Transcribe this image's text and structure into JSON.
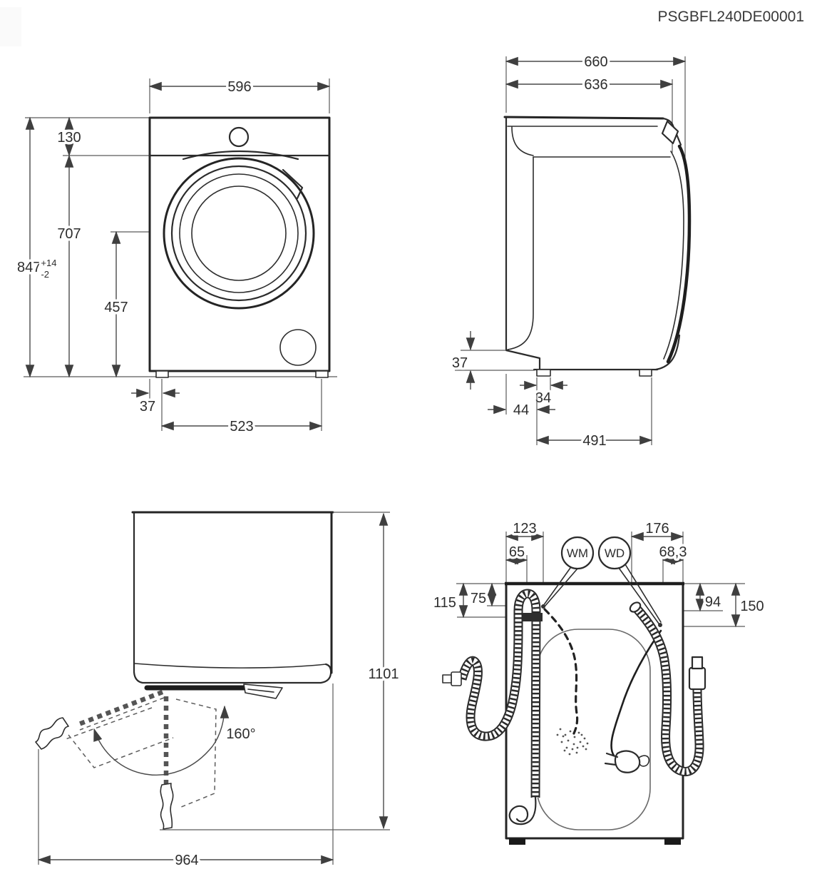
{
  "title": "PSGBFL240DE00001",
  "front": {
    "width": "596",
    "top_offset": "130",
    "door_center": "707",
    "height": "847",
    "height_tol_plus": "+14",
    "height_tol_minus": "-2",
    "drum_center": "457",
    "foot_inset": "37",
    "feet_span": "523"
  },
  "side": {
    "depth_total": "660",
    "depth_body": "636",
    "foot_height": "37",
    "foot_width": "34",
    "back_inset": "44",
    "feet_span": "491"
  },
  "open": {
    "door_angle": "160°",
    "dim_vertical": "1101",
    "dim_horizontal": "964"
  },
  "rear": {
    "wm_horizontal": "123",
    "drain_horizontal": "65",
    "inlet_horizontal": "176",
    "wd_horizontal": "68,3",
    "drain_vertical": "115",
    "wm_vertical": "75",
    "inlet_vertical": "94",
    "wd_vertical": "150",
    "wm_label": "WM",
    "wd_label": "WD"
  }
}
